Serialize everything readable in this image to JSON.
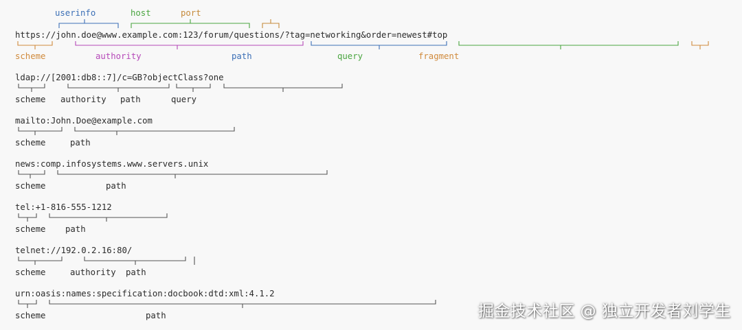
{
  "colors": {
    "text": "#2b2b2b",
    "neutral": "#555555",
    "userinfo": "#3b6fb6",
    "host": "#4aa540",
    "port": "#c58a3a",
    "scheme": "#d08a3c",
    "authority": "#b548b8",
    "path": "#3b6fb6",
    "query": "#4aa540",
    "fragment": "#d08a3c"
  },
  "examples": [
    {
      "uri": "https://john.doe@www.example.com:123/forum/questions/?tag=networking&order=newest#top",
      "top_labels": [
        "userinfo",
        "host",
        "port"
      ],
      "bottom_labels": [
        "scheme",
        "authority",
        "path",
        "query",
        "fragment"
      ]
    },
    {
      "uri": "ldap://[2001:db8::7]/c=GB?objectClass?one",
      "bottom_labels": [
        "scheme",
        "authority",
        "path",
        "query"
      ]
    },
    {
      "uri": "mailto:John.Doe@example.com",
      "bottom_labels": [
        "scheme",
        "path"
      ]
    },
    {
      "uri": "news:comp.infosystems.www.servers.unix",
      "bottom_labels": [
        "scheme",
        "path"
      ]
    },
    {
      "uri": "tel:+1-816-555-1212",
      "bottom_labels": [
        "scheme",
        "path"
      ]
    },
    {
      "uri": "telnet://192.0.2.16:80/",
      "bottom_labels": [
        "scheme",
        "authority",
        "path"
      ]
    },
    {
      "uri": "urn:oasis:names:specification:docbook:dtd:xml:4.1.2",
      "bottom_labels": [
        "scheme",
        "path"
      ]
    }
  ],
  "watermark": "掘金技术社区 @ 独立开发者刘学生"
}
